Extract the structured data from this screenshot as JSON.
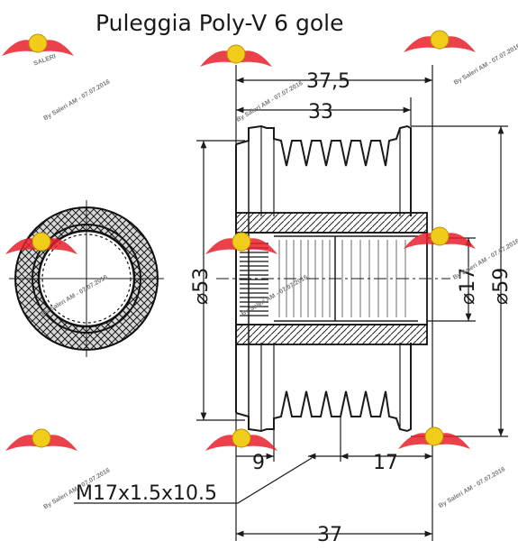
{
  "title": "Puleggia Poly-V 6 gole",
  "dimensions": {
    "overall_length": "37,5",
    "pulley_width": "33",
    "outer_diameter": "⌀59",
    "groove_diameter": "⌀53",
    "bore_diameter": "⌀17",
    "thread_depth": "9",
    "right_offset": "17",
    "base_length": "37",
    "thread_spec": "M17x1.5x10.5"
  },
  "watermark": {
    "text": "By Saleri AM - 07.07.2016",
    "logo_text": "SALERI",
    "colors": {
      "wing": "#e8202a",
      "badge": "#f2cc1a"
    }
  }
}
